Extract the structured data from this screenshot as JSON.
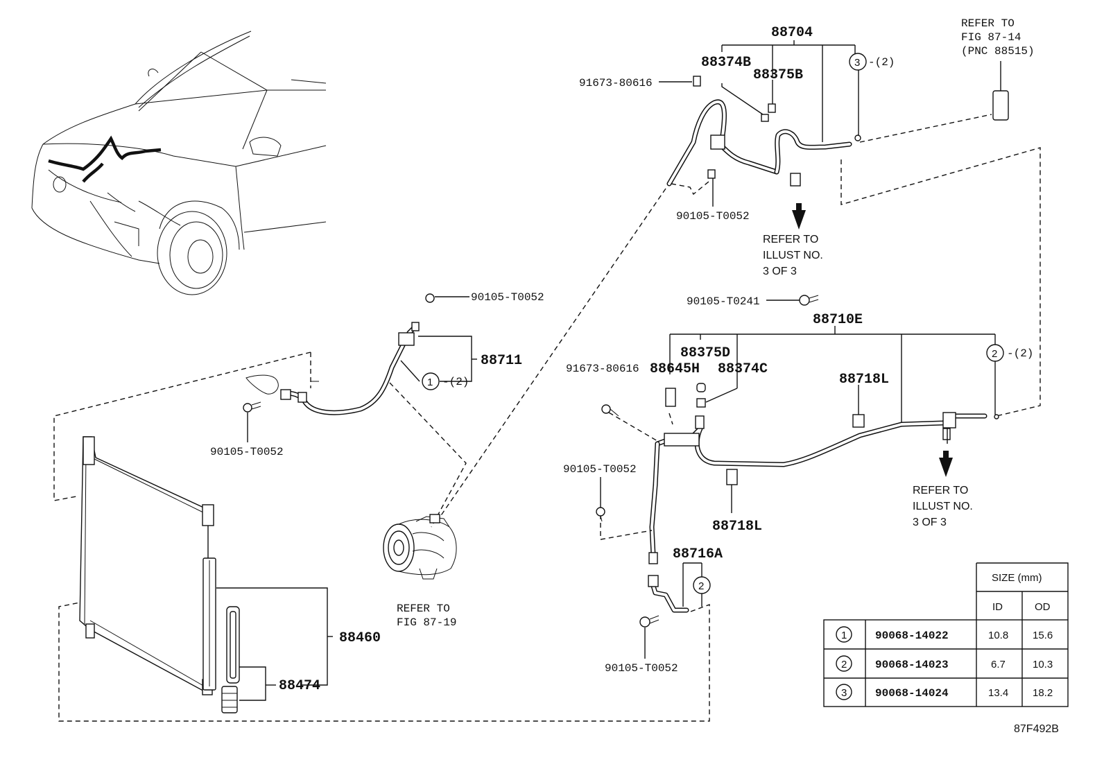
{
  "diagram_code": "87F492B",
  "part_numbers": {
    "p88704": "88704",
    "p88374B": "88374B",
    "p88375B": "88375B",
    "bolt_91673_top": "91673-80616",
    "bolt_90105_top": "90105-T0052",
    "ref_fig_87_14_line1": "REFER TO",
    "ref_fig_87_14_line2": "FIG 87-14",
    "ref_fig_87_14_line3": "(PNC 88515)",
    "ref_illust_top_line1": "REFER TO",
    "ref_illust_top_line2": "ILLUST NO.",
    "ref_illust_top_line3": "3 OF 3",
    "bolt_90105_T0241": "90105-T0241",
    "p88710E": "88710E",
    "bolt_91673_mid": "91673-80616",
    "p88645H": "88645H",
    "p88375D": "88375D",
    "p88374C": "88374C",
    "p88718L_a": "88718L",
    "p88718L_b": "88718L",
    "bolt_90105_mid": "90105-T0052",
    "ref_illust_right_line1": "REFER TO",
    "ref_illust_right_line2": "ILLUST NO.",
    "ref_illust_right_line3": "3 OF 3",
    "p88716A": "88716A",
    "bolt_90105_bottom": "90105-T0052",
    "bolt_90105_hose": "90105-T0052",
    "p88711": "88711",
    "bolt_90105_left": "90105-T0052",
    "p88460": "88460",
    "p88474": "88474",
    "ref_fig_87_19_line1": "REFER TO",
    "ref_fig_87_19_line2": "FIG 87-19"
  },
  "callouts": {
    "c3_top": "3",
    "c3_qty": "-(2)",
    "c2_right": "2",
    "c2_qty": "-(2)",
    "c1_hose": "1",
    "c1_qty": "-(2)",
    "c2_bottom": "2"
  },
  "size_table": {
    "header": "SIZE (mm)",
    "col_id": "ID",
    "col_od": "OD",
    "rows": [
      {
        "ref": "1",
        "part": "90068-14022",
        "id": "10.8",
        "od": "15.6"
      },
      {
        "ref": "2",
        "part": "90068-14023",
        "id": "6.7",
        "od": "10.3"
      },
      {
        "ref": "3",
        "part": "90068-14024",
        "id": "13.4",
        "od": "18.2"
      }
    ]
  }
}
